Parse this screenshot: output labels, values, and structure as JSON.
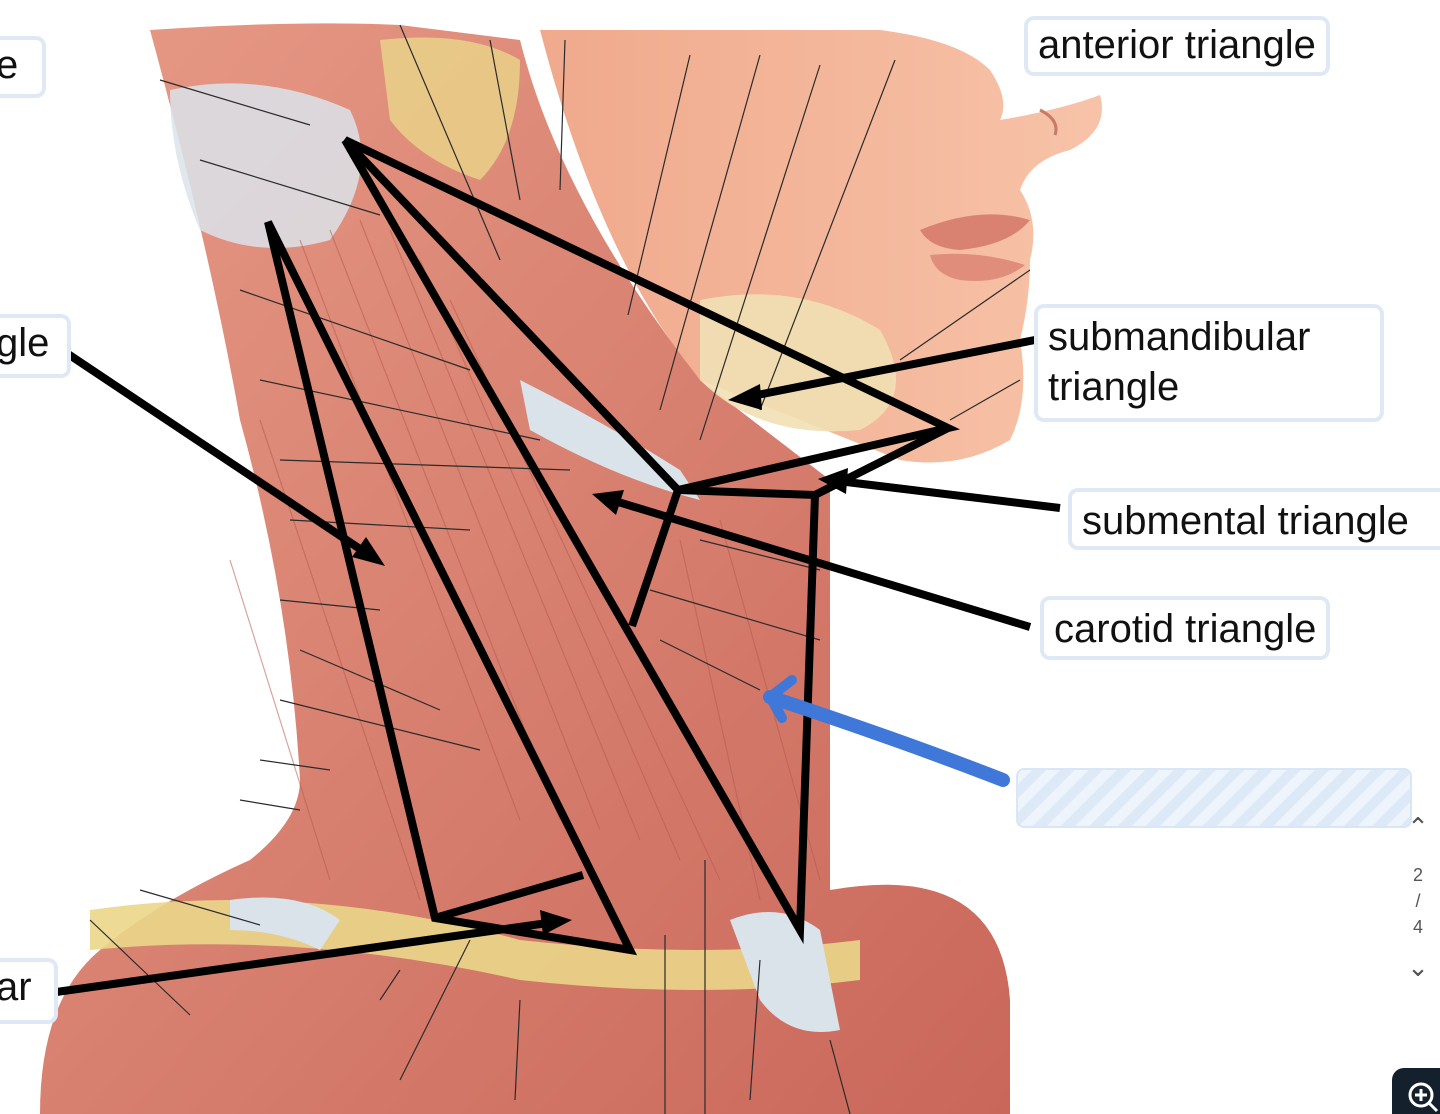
{
  "labels": {
    "top_left_partial": "e",
    "mid_left_partial": "gle",
    "bottom_left_partial": "ar",
    "anterior": "anterior triangle",
    "submandibular_line1": "submandibular",
    "submandibular_line2": "triangle",
    "submental": "submental triangle",
    "carotid": "carotid triangle"
  },
  "pager": {
    "current": "2",
    "separator": "/",
    "total": "4"
  },
  "colors": {
    "muscle": "#d9816f",
    "muscle_light": "#eba592",
    "skin": "#f3b79c",
    "tendon": "#dbe3ea",
    "fat": "#ead68a",
    "outline": "#000000",
    "blue_arrow": "#3f78d8"
  },
  "icons": {
    "prev": "chevron-up-icon",
    "next": "chevron-down-icon",
    "zoom": "zoom-in-icon"
  }
}
